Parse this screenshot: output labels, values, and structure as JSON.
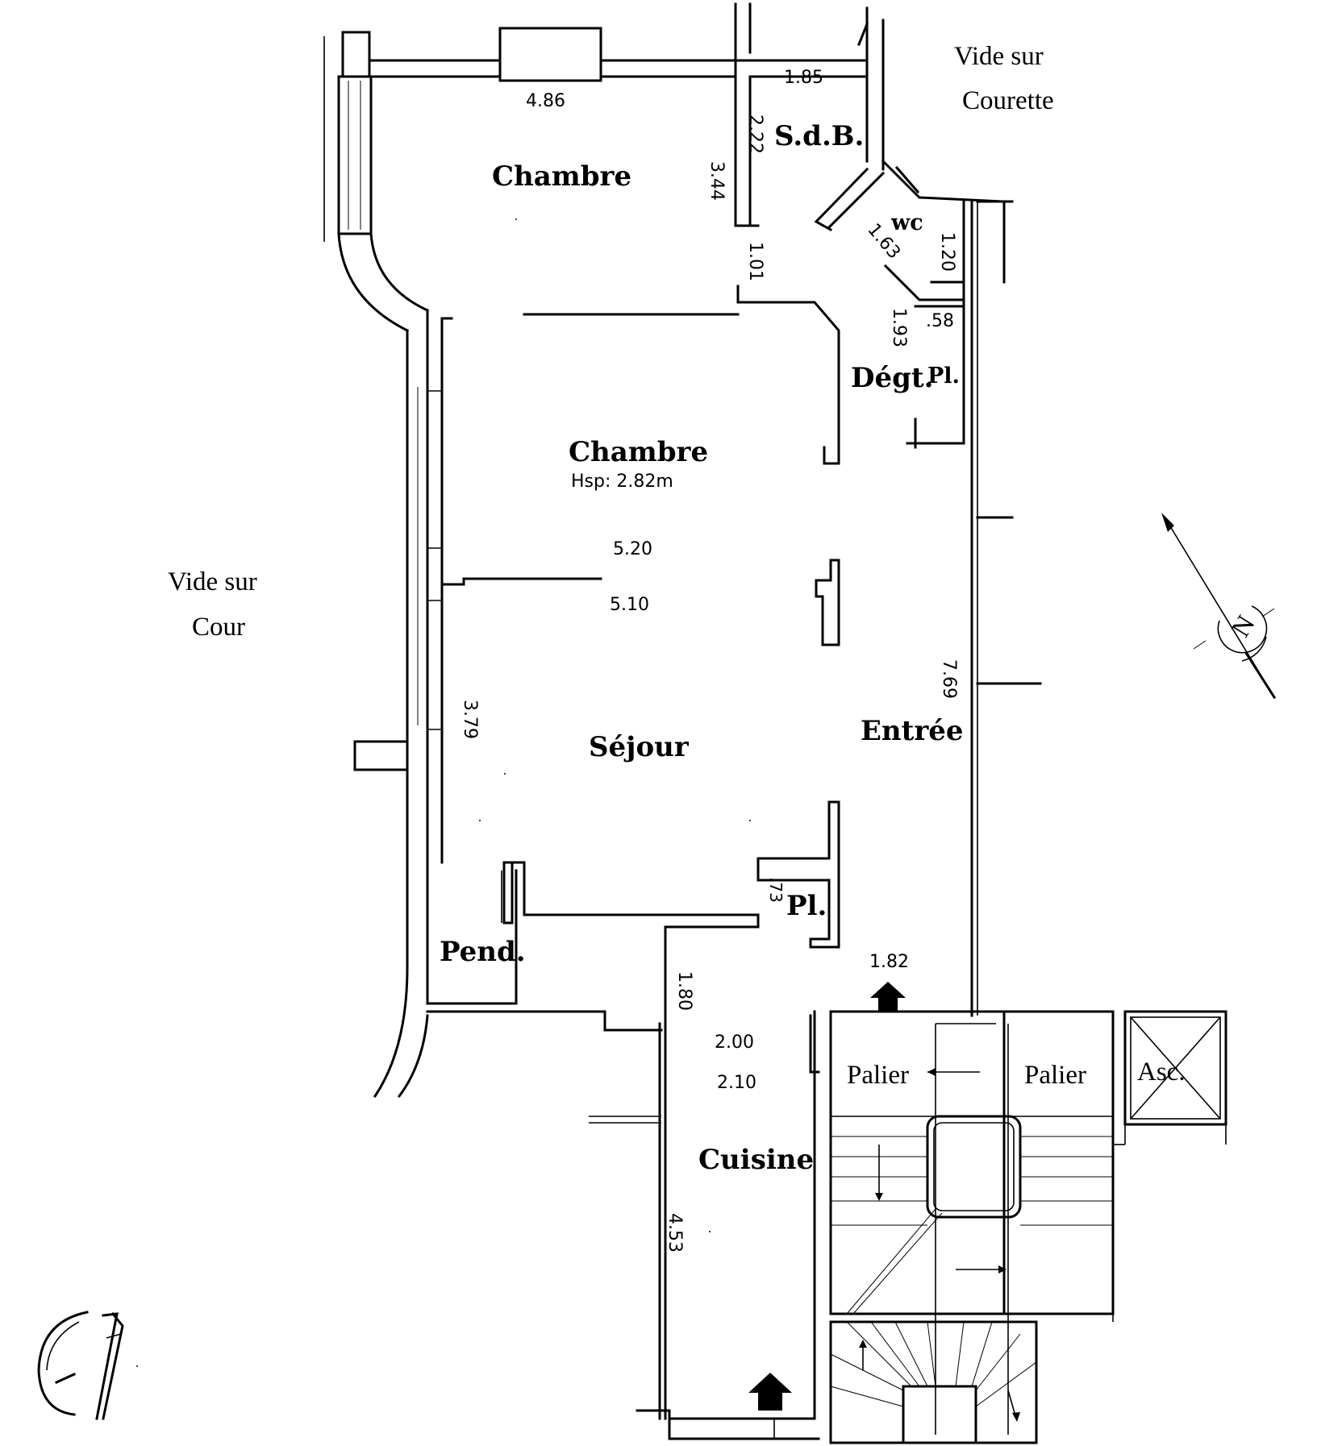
{
  "outside": {
    "courette_line1": "Vide sur",
    "courette_line2": "Courette",
    "cour_line1": "Vide sur",
    "cour_line2": "Cour"
  },
  "rooms": {
    "chambre_1": "Chambre",
    "sdb": "S.d.B.",
    "wc": "wc",
    "degt": "Dégt.",
    "pl_1": "Pl.",
    "chambre_2": "Chambre",
    "hsp": "Hsp:  2.82m",
    "sejour": "Séjour",
    "entree": "Entrée",
    "pl_2": "Pl.",
    "pend": "Pend.",
    "cuisine": "Cuisine",
    "palier_1": "Palier",
    "palier_2": "Palier",
    "asc": "Asc."
  },
  "dimensions": {
    "d_486": "4.86",
    "d_185": "1.85",
    "d_222": "2.22",
    "d_344": "3.44",
    "d_101": "1.01",
    "d_163": "1.63",
    "d_120": "1.20",
    "d_193": "1.93",
    "d_058": ".58",
    "d_520": "5.20",
    "d_510": "5.10",
    "d_379": "3.79",
    "d_769": "7.69",
    "d_073": ".73",
    "d_182": "1.82",
    "d_180": "1.80",
    "d_200": "2.00",
    "d_210": "2.10",
    "d_453": "4.53"
  },
  "compass": {
    "north_letter": "N"
  }
}
